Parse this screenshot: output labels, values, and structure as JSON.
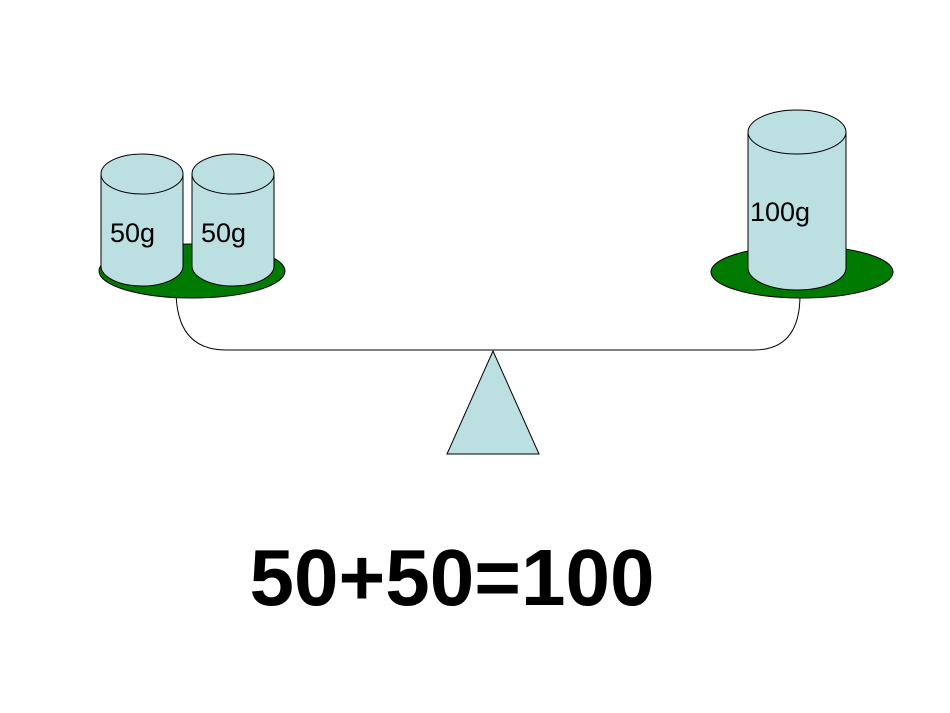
{
  "diagram": {
    "left_pan": {
      "weights": [
        {
          "label": "50g"
        },
        {
          "label": "50g"
        }
      ]
    },
    "right_pan": {
      "weights": [
        {
          "label": "100g"
        }
      ]
    },
    "equation": "50+50=100"
  },
  "colors": {
    "pan": "#007A00",
    "weight_fill": "#BCDFE2",
    "fulcrum_fill": "#BCDFE2",
    "outline": "#000000"
  }
}
